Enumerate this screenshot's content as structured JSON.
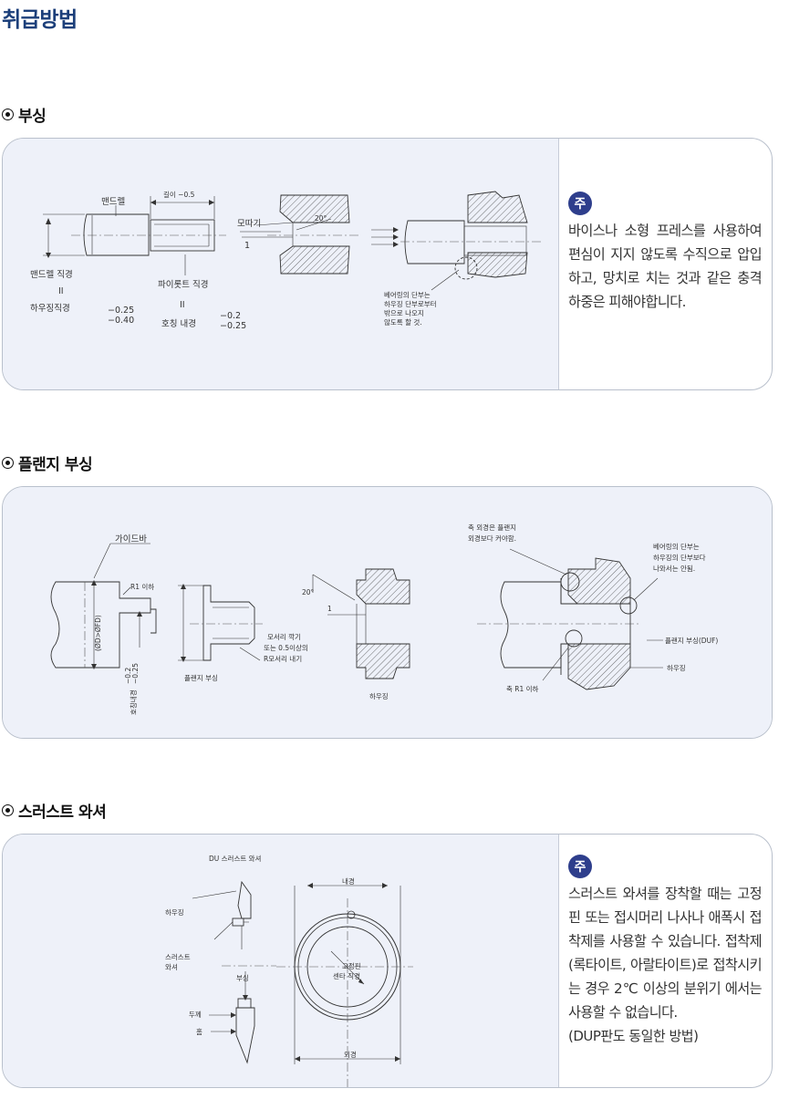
{
  "page_title": "취급방법",
  "sections": {
    "bushing": {
      "title": "부싱",
      "note_badge": "주",
      "note": "바이스나 소형 프레스를 사용하여 편심이 지지 않도록 수직으로 압입하고, 망치로 치는 것과 같은 충격하중은 피해야합니다.",
      "labels": {
        "mandrel": "맨드렐",
        "length": "길이 −0.5",
        "mandrel_dia": "맨드렐 직경",
        "eq1": "II",
        "housing_dia": "하우징직경",
        "tol1a": "−0.25",
        "tol1b": "−0.40",
        "pilot_dia": "파이롯트 직경",
        "eq2": "II",
        "hoching": "호칭 내경",
        "tol2a": "−0.2",
        "tol2b": "−0.25",
        "chamfer": "모따기",
        "angle": "20°",
        "one": "1",
        "bearing_note": [
          "베어링의 단부는",
          "하우징 단부로부터",
          "밖으로 나오지",
          "않도록 할 것."
        ]
      }
    },
    "flange": {
      "title": "플랜지 부싱",
      "labels": {
        "guide_bar": "가이드바",
        "r1": "R1 이하",
        "odfd": "(ØD>ØFD)",
        "tol_a": "−0.2",
        "tol_b": "−0.25",
        "hoching": "호칭내경",
        "flange_bushing": "플랜지 부싱",
        "chamfer_note": [
          "모서리 깍기",
          "또는 0.5이상의",
          "R모서리 내기"
        ],
        "angle": "20°",
        "one": "1",
        "housing": "하우징",
        "shaft_note": [
          "축 외경은 플랜지",
          "외경보다 커야함."
        ],
        "bearing_note": [
          "베어링의 단부는",
          "하우징의 단부보다",
          "나와서는 안됨."
        ],
        "duf": "플랜지 부싱(DUF)",
        "housing2": "하우징",
        "shaft_r1": "축 R1 이하"
      }
    },
    "thrust": {
      "title": "스러스트 와셔",
      "note_badge": "주",
      "note": "스러스트 와셔를 장착할 때는 고정핀 또는 접시머리 나사나 애폭시 접착제를 사용할 수 있습니다. 접착제(록타이트, 아랄타이트)로 접착시키는 경우 2℃ 이상의 분위기 에서는 사용할 수 없습니다.",
      "note2": "(DUP판도 동일한 방법)",
      "labels": {
        "caption": "DU 스러스트 와셔",
        "housing": "하우징",
        "washer": [
          "스러스트",
          "와셔"
        ],
        "bushing": "부싱",
        "thickness": "두께",
        "groove": "홈",
        "inner": "내경",
        "pin_center": [
          "고정핀",
          "센타 직경"
        ],
        "outer": "외경"
      }
    }
  }
}
